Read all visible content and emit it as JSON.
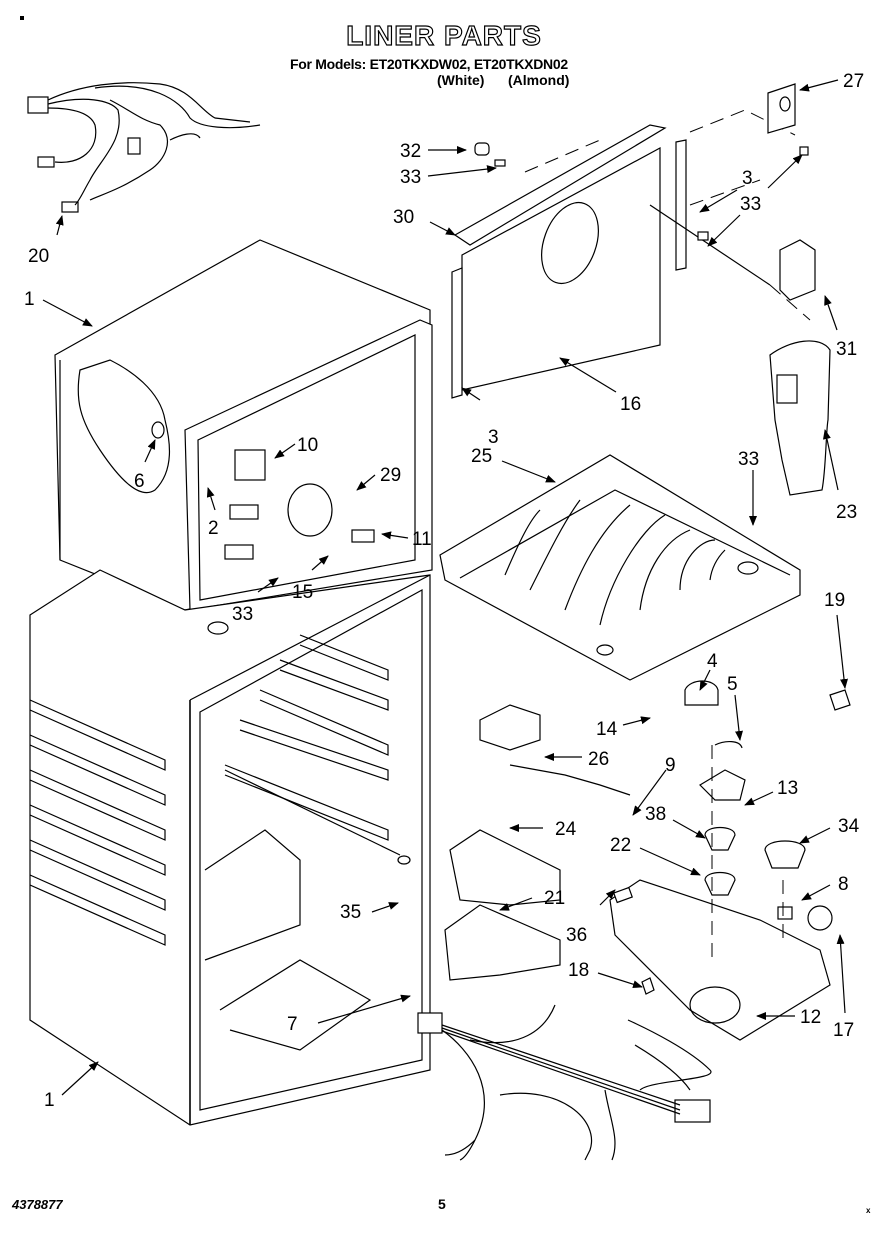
{
  "header": {
    "title": "LINER PARTS",
    "models_line": "For Models: ET20TKXDW02, ET20TKXDN02",
    "color_white": "(White)",
    "color_almond": "(Almond)"
  },
  "footer": {
    "document_code": "4378877",
    "page_number": "5",
    "mark": "x"
  },
  "callouts": [
    {
      "id": "c27",
      "label": "27"
    },
    {
      "id": "c32",
      "label": "32"
    },
    {
      "id": "c33a",
      "label": "33"
    },
    {
      "id": "c3a",
      "label": "3"
    },
    {
      "id": "c33b",
      "label": "33"
    },
    {
      "id": "c30",
      "label": "30"
    },
    {
      "id": "c20",
      "label": "20"
    },
    {
      "id": "c1a",
      "label": "1"
    },
    {
      "id": "c31",
      "label": "31"
    },
    {
      "id": "c16",
      "label": "16"
    },
    {
      "id": "c3b",
      "label": "3"
    },
    {
      "id": "c25",
      "label": "25"
    },
    {
      "id": "c10",
      "label": "10"
    },
    {
      "id": "c6",
      "label": "6"
    },
    {
      "id": "c29",
      "label": "29"
    },
    {
      "id": "c2",
      "label": "2"
    },
    {
      "id": "c11",
      "label": "11"
    },
    {
      "id": "c33c",
      "label": "33"
    },
    {
      "id": "c23",
      "label": "23"
    },
    {
      "id": "c15",
      "label": "15"
    },
    {
      "id": "c33d",
      "label": "33"
    },
    {
      "id": "c19",
      "label": "19"
    },
    {
      "id": "c4",
      "label": "4"
    },
    {
      "id": "c5",
      "label": "5"
    },
    {
      "id": "c14",
      "label": "14"
    },
    {
      "id": "c26",
      "label": "26"
    },
    {
      "id": "c9",
      "label": "9"
    },
    {
      "id": "c13",
      "label": "13"
    },
    {
      "id": "c38",
      "label": "38"
    },
    {
      "id": "c34",
      "label": "34"
    },
    {
      "id": "c24",
      "label": "24"
    },
    {
      "id": "c22",
      "label": "22"
    },
    {
      "id": "c8",
      "label": "8"
    },
    {
      "id": "c35",
      "label": "35"
    },
    {
      "id": "c21",
      "label": "21"
    },
    {
      "id": "c36",
      "label": "36"
    },
    {
      "id": "c17",
      "label": "17"
    },
    {
      "id": "c18",
      "label": "18"
    },
    {
      "id": "c12",
      "label": "12"
    },
    {
      "id": "c1b",
      "label": "1"
    },
    {
      "id": "c7",
      "label": "7"
    }
  ]
}
